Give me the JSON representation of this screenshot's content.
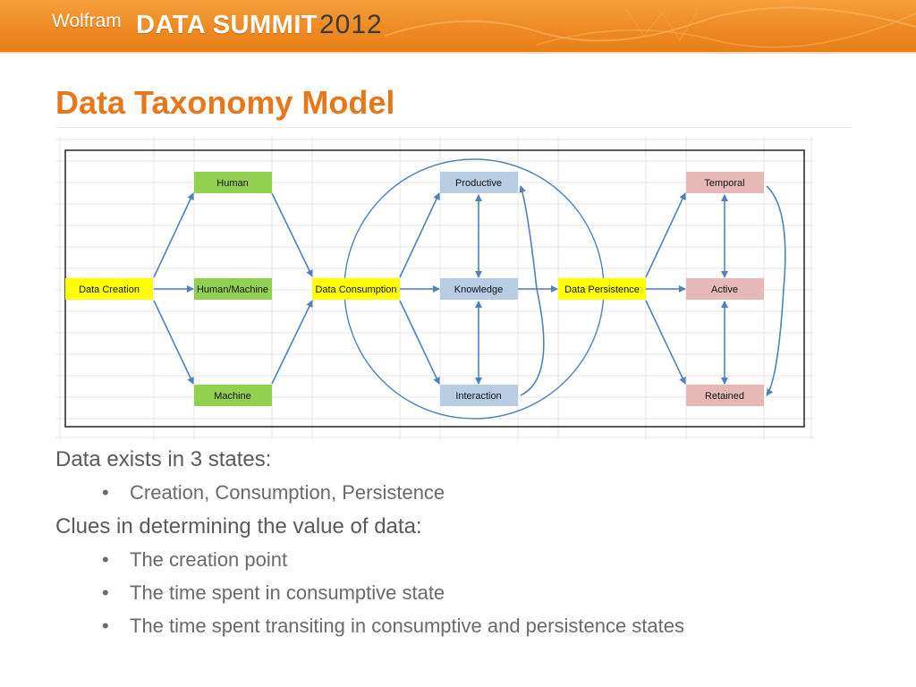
{
  "header": {
    "brand": "Wolfram",
    "event": "DATA SUMMIT",
    "year": "2012",
    "colors": {
      "banner": "#ee8a22",
      "title": "#e8761a"
    }
  },
  "slide": {
    "title": "Data Taxonomy Model"
  },
  "diagram": {
    "nodes": {
      "data_creation": "Data Creation",
      "human": "Human",
      "human_machine": "Human/Machine",
      "machine": "Machine",
      "data_consumption": "Data Consumption",
      "productive": "Productive",
      "knowledge": "Knowledge",
      "interaction": "Interaction",
      "data_persistence": "Data Persistence",
      "temporal": "Temporal",
      "active": "Active",
      "retained": "Retained"
    },
    "colors": {
      "yellow": "#ffff00",
      "green": "#92d050",
      "blue": "#b8cce4",
      "pink": "#e6b9b8",
      "arrow": "#4f81bd"
    }
  },
  "bullets": {
    "states_heading": "Data exists in 3 states:",
    "states_items": [
      "Creation, Consumption, Persistence"
    ],
    "clues_heading": "Clues in determining the value of data:",
    "clues_items": [
      "The creation point",
      "The time spent in consumptive state",
      "The time spent transiting in consumptive and persistence states"
    ],
    "bullet_char": "•"
  }
}
